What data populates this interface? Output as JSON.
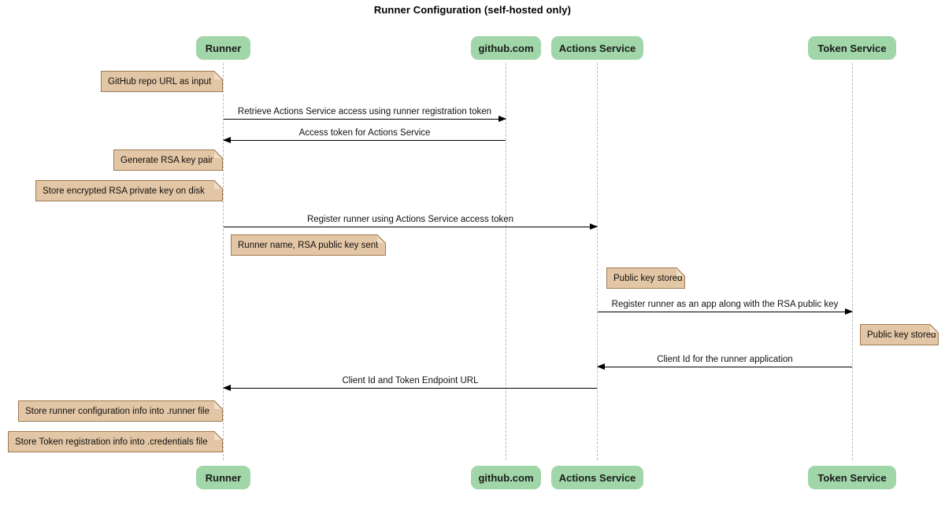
{
  "title": "Runner Configuration (self-hosted only)",
  "colors": {
    "participant_fill": "#a0d6a8",
    "note_fill": "#e3c6a5",
    "note_border": "#9e7b52",
    "lifeline": "#b8b8b8",
    "arrow": "#000000",
    "background": "#ffffff"
  },
  "participants": [
    {
      "id": "runner",
      "label": "Runner"
    },
    {
      "id": "github",
      "label": "github.com"
    },
    {
      "id": "actions",
      "label": "Actions Service"
    },
    {
      "id": "token",
      "label": "Token Service"
    }
  ],
  "participants_bottom": [
    {
      "id": "runner",
      "label": "Runner"
    },
    {
      "id": "github",
      "label": "github.com"
    },
    {
      "id": "actions",
      "label": "Actions Service"
    },
    {
      "id": "token",
      "label": "Token Service"
    }
  ],
  "notes": [
    {
      "id": "note-1",
      "text": "GitHub repo URL as input"
    },
    {
      "id": "note-2",
      "text": "Generate RSA key pair"
    },
    {
      "id": "note-3",
      "text": "Store encrypted RSA private key on disk"
    },
    {
      "id": "note-4",
      "text": "Runner name, RSA public key sent"
    },
    {
      "id": "note-5",
      "text": "Public key stored"
    },
    {
      "id": "note-6",
      "text": "Public key stored"
    },
    {
      "id": "note-7",
      "text": "Store runner configuration info into .runner file"
    },
    {
      "id": "note-8",
      "text": "Store Token registration info into .credentials file"
    }
  ],
  "messages": [
    {
      "id": "msg-1",
      "text": "Retrieve Actions Service access using runner registration token",
      "from": "runner",
      "to": "github",
      "direction": "right"
    },
    {
      "id": "msg-2",
      "text": "Access token for Actions Service",
      "from": "github",
      "to": "runner",
      "direction": "left"
    },
    {
      "id": "msg-3",
      "text": "Register runner using Actions Service access token",
      "from": "runner",
      "to": "actions",
      "direction": "right"
    },
    {
      "id": "msg-4",
      "text": "Register runner as an app along with the RSA public key",
      "from": "actions",
      "to": "token",
      "direction": "right"
    },
    {
      "id": "msg-5",
      "text": "Client Id for the runner application",
      "from": "token",
      "to": "actions",
      "direction": "left"
    },
    {
      "id": "msg-6",
      "text": "Client Id and Token Endpoint URL",
      "from": "actions",
      "to": "runner",
      "direction": "left"
    }
  ]
}
